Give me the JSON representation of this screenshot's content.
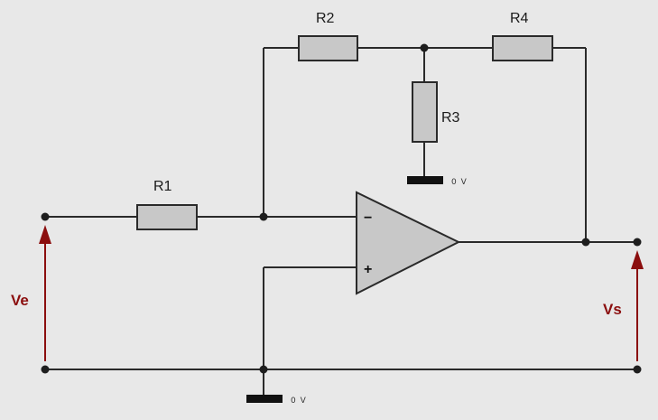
{
  "resistors": {
    "r1": "R1",
    "r2": "R2",
    "r3": "R3",
    "r4": "R4"
  },
  "ground": {
    "top_label": "0 V",
    "bottom_label": "0 V"
  },
  "opamp": {
    "inverting": "−",
    "non_inverting": "+"
  },
  "voltages": {
    "input": "Ve",
    "output": "Vs"
  },
  "colors": {
    "background": "#e8e8e8",
    "wire": "#2a2a2a",
    "component_fill": "#c8c8c8",
    "arrow": "#8b0e0e"
  }
}
